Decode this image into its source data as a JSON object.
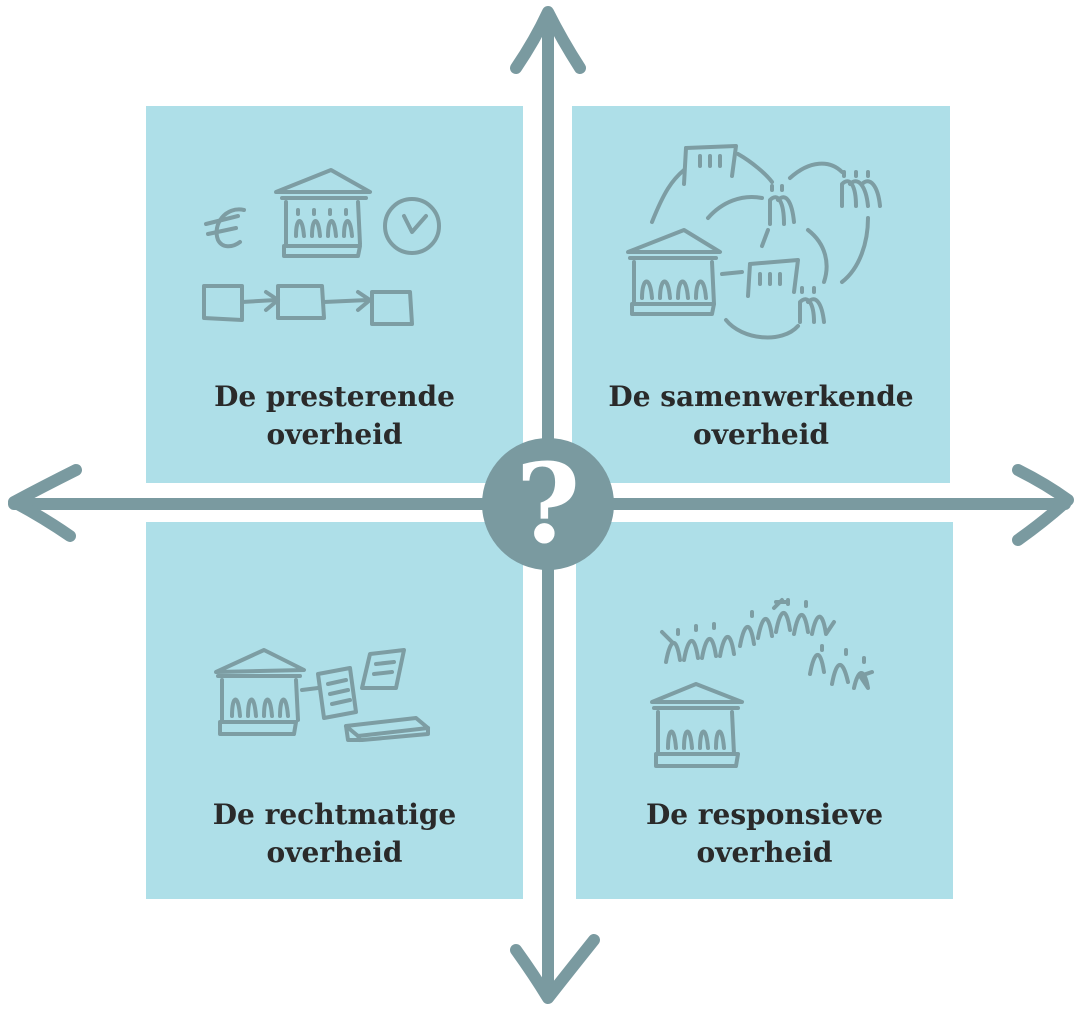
{
  "quadrants": {
    "top_left": {
      "line1": "De presterende",
      "line2": "overheid"
    },
    "top_right": {
      "line1": "De samenwerkende",
      "line2": "overheid"
    },
    "bottom_left": {
      "line1": "De rechtmatige",
      "line2": "overheid"
    },
    "bottom_right": {
      "line1": "De responsieve",
      "line2": "overheid"
    }
  },
  "center": {
    "symbol": "?"
  },
  "colors": {
    "quadrant_fill": "#aedfe8",
    "axis": "#7a9aa0",
    "sketch": "#7d9da3",
    "label_text": "#2a2a2a"
  },
  "icons": {
    "top_left": [
      "euro-icon",
      "government-building-icon",
      "clock-icon",
      "process-flow-icon"
    ],
    "top_right": [
      "office-building-icon",
      "people-group-icon",
      "government-building-icon",
      "network-links-icon"
    ],
    "bottom_left": [
      "government-building-icon",
      "document-icon",
      "book-icon"
    ],
    "bottom_right": [
      "crowd-icon",
      "government-building-icon"
    ]
  }
}
